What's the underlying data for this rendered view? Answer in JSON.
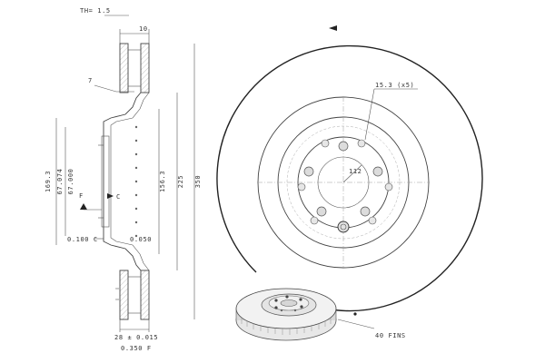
{
  "section_view": {
    "thickness_label": "TH= 1.5",
    "width_label": "10",
    "hat_label": "7",
    "dim_inner_diameter": "169.3",
    "dim_bore_upper": "67.074",
    "dim_bore_lower": "67.000",
    "datum_f": "F",
    "datum_c": "C",
    "runout_label": "0.100 C",
    "flatness_label": "0.050",
    "dim_hat_diameter": "156.3",
    "dim_225": "225",
    "dim_350": "350",
    "dim_thickness_tol": "28 ± 0.015",
    "dim_bottom": "0.350 F"
  },
  "front_view": {
    "bolt_holes_label": "15.3 (x5)",
    "pcd_label": "112",
    "fins_label": "40 FINS"
  },
  "colors": {
    "line": "#333333",
    "hatch": "#888888",
    "face_fill": "#ececec",
    "hole_fill": "#dddddd"
  }
}
